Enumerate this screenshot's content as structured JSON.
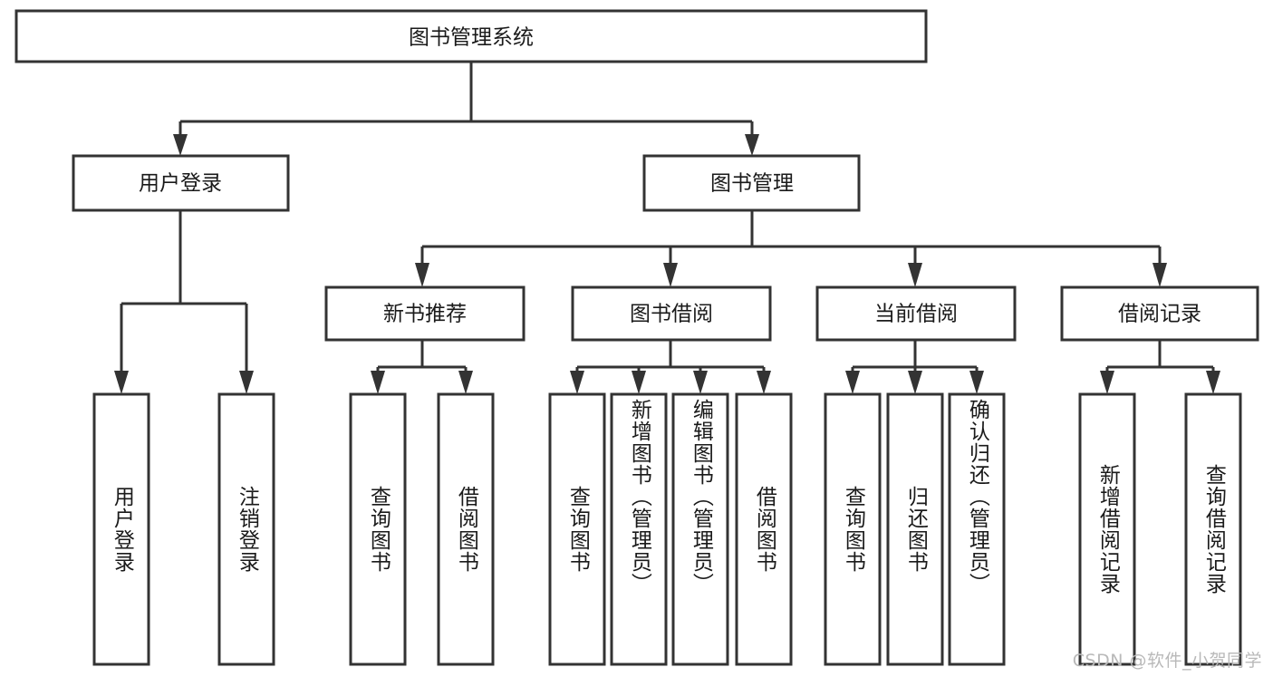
{
  "diagram": {
    "type": "tree-hierarchy",
    "title": "图书管理系统",
    "orientation": "top-down",
    "watermark": "CSDN @软件_小贺同学",
    "colors": {
      "box_stroke": "#333333",
      "box_fill": "#ffffff",
      "connector": "#333333",
      "text": "#1a1a1a",
      "watermark": "#b9b9b9",
      "background": "#ffffff"
    },
    "levels": {
      "root": "图书管理系统",
      "level2": [
        "用户登录",
        "图书管理"
      ],
      "level3": [
        "新书推荐",
        "图书借阅",
        "当前借阅",
        "借阅记录"
      ]
    },
    "nodes": {
      "root": {
        "label": "图书管理系统"
      },
      "user_login": {
        "label": "用户登录"
      },
      "book_manage": {
        "label": "图书管理"
      },
      "new_book_rec": {
        "label": "新书推荐"
      },
      "book_borrow": {
        "label": "图书借阅"
      },
      "current_borrow": {
        "label": "当前借阅"
      },
      "borrow_record": {
        "label": "借阅记录"
      }
    },
    "leaves": {
      "user_login": [
        {
          "label": "用户登录"
        },
        {
          "label": "注销登录"
        }
      ],
      "new_book_rec": [
        {
          "label": "查询图书"
        },
        {
          "label": "借阅图书"
        }
      ],
      "book_borrow": [
        {
          "label": "查询图书"
        },
        {
          "label": "新增图书（管理员）"
        },
        {
          "label": "编辑图书（管理员）"
        },
        {
          "label": "借阅图书"
        }
      ],
      "current_borrow": [
        {
          "label": "查询图书"
        },
        {
          "label": "归还图书"
        },
        {
          "label": "确认归还（管理员）"
        }
      ],
      "borrow_record": [
        {
          "label": "新增借阅记录"
        },
        {
          "label": "查询借阅记录"
        }
      ]
    }
  }
}
